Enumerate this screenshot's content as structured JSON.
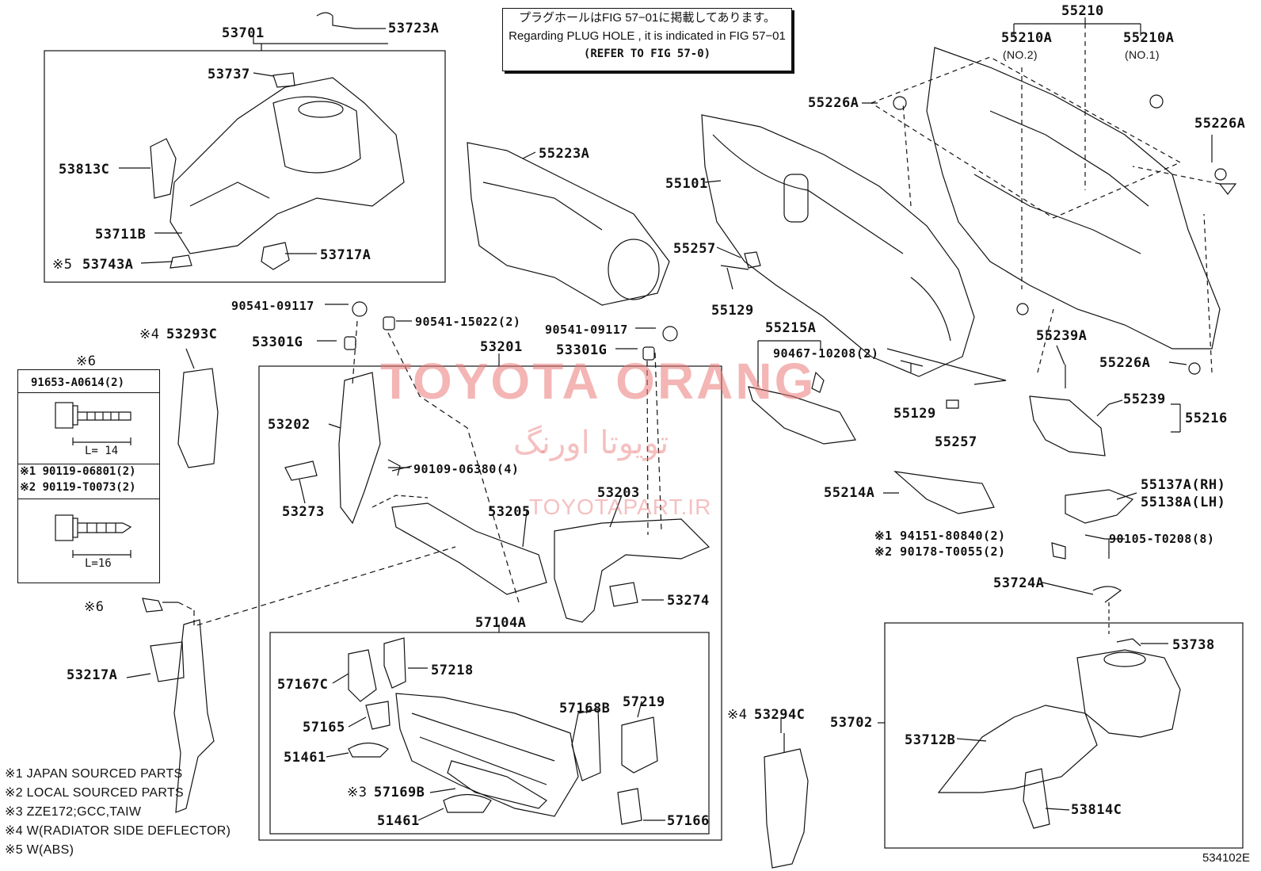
{
  "note": {
    "line1": "プラグホールはFIG 57−01に掲載してあります。",
    "line2": "Regarding  PLUG  HOLE , it is indicated in  FIG  57−01",
    "line3": "(REFER TO FIG 57-0)"
  },
  "watermark": {
    "main": "TOYOTA ORANG",
    "persian": "تویوتا اورنگ",
    "site": "TOYOTAPART.IR"
  },
  "labels": {
    "p53701": "53701",
    "p53723A": "53723A",
    "p53737": "53737",
    "p53813C": "53813C",
    "p53711B": "53711B",
    "p53743A": "53743A",
    "p53717A": "53717A",
    "mark5": "※5",
    "p55223A": "55223A",
    "p55101": "55101",
    "p55210": "55210",
    "p55210A_no2": "55210A",
    "no2": "(NO.2)",
    "p55210A_no1": "55210A",
    "no1": "(NO.1)",
    "p55226A_1": "55226A",
    "p55226A_2": "55226A",
    "p55226A_3": "55226A",
    "p55257_1": "55257",
    "p55129_1": "55129",
    "p55215A": "55215A",
    "p90467": "90467-10208(2)",
    "p55129_2": "55129",
    "p55257_2": "55257",
    "p55239A": "55239A",
    "p55239": "55239",
    "p55216": "55216",
    "p55214A": "55214A",
    "p55137A": "55137A(RH)",
    "p55138A": "55138A(LH)",
    "p94151": "※1 94151-80840(2)",
    "p90178": "※2 90178-T0055(2)",
    "p90105": "90105-T0208(8)",
    "p53724A": "53724A",
    "p53738": "53738",
    "p53702": "53702",
    "p53712B": "53712B",
    "p53814C": "53814C",
    "p53294C": "53294C",
    "mark4b": "※4",
    "p90541_1": "90541-09117",
    "p90541_15022": "90541-15022(2)",
    "p90541_2": "90541-09117",
    "p53301G_1": "53301G",
    "p53301G_2": "53301G",
    "p53201": "53201",
    "p53202": "53202",
    "p90109": "90109-06380(4)",
    "p53273": "53273",
    "p53205": "53205",
    "p53203": "53203",
    "p53274": "53274",
    "p57104A": "57104A",
    "p57167C": "57167C",
    "p57218": "57218",
    "p57165": "57165",
    "p51461_1": "51461",
    "p57169B": "57169B",
    "mark3": "※3",
    "p51461_2": "51461",
    "p57168B": "57168B",
    "p57219": "57219",
    "p57166": "57166",
    "p53293C": "53293C",
    "mark4a": "※4",
    "mark6a": "※6",
    "mark6b": "※6",
    "p53217A": "53217A"
  },
  "fastener_table": {
    "header": "91653-A0614(2)",
    "len1": "L= 14",
    "row2a": "※1 90119-06801(2)",
    "row2b": "※2 90119-T0073(2)",
    "len2": "L=16"
  },
  "legend": [
    "※1 JAPAN SOURCED PARTS",
    "※2 LOCAL SOURCED PARTS",
    "※3 ZZE172;GCC,TAIW",
    "※4 W(RADIATOR SIDE DEFLECTOR)",
    "※5 W(ABS)"
  ],
  "diagram_code": "534102E",
  "colors": {
    "ink": "#111111",
    "watermark": "#eb7878"
  }
}
